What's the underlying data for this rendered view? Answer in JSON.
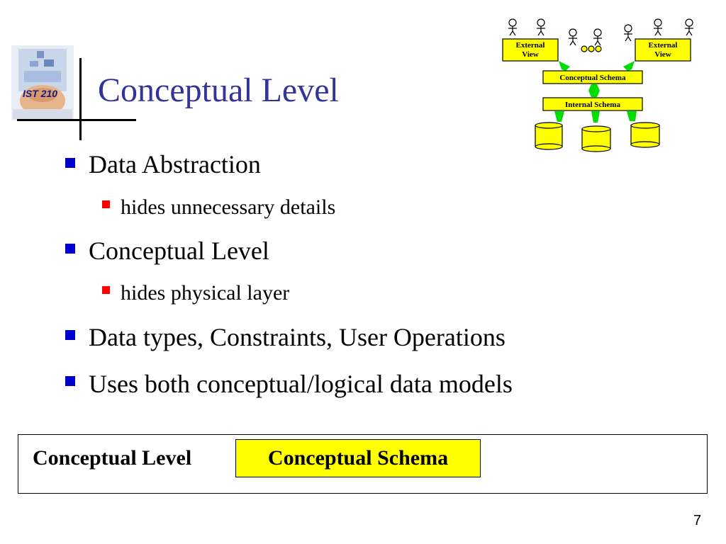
{
  "logo": {
    "label": "IST 210"
  },
  "slide": {
    "title": "Conceptual Level",
    "bullets": [
      {
        "text": "Data Abstraction",
        "sub": "hides unnecessary details"
      },
      {
        "text": "Conceptual Level",
        "sub": "hides physical layer"
      },
      {
        "text": "Data types, Constraints, User Operations"
      },
      {
        "text": "Uses both conceptual/logical data models"
      }
    ],
    "page_number": "7"
  },
  "diagram": {
    "external_view_left": [
      "External",
      "View"
    ],
    "external_view_right": [
      "External",
      "View"
    ],
    "conceptual_schema": "Conceptual Schema",
    "internal_schema": "Internal Schema"
  },
  "bottom_box": {
    "label": "Conceptual Level",
    "schema": "Conceptual Schema"
  },
  "colors": {
    "title": "#333399",
    "bullet_level1": "#0000cc",
    "bullet_level2": "#ff0000",
    "schema_fill": "#ffff00",
    "arrow_fill": "#00dd00"
  }
}
